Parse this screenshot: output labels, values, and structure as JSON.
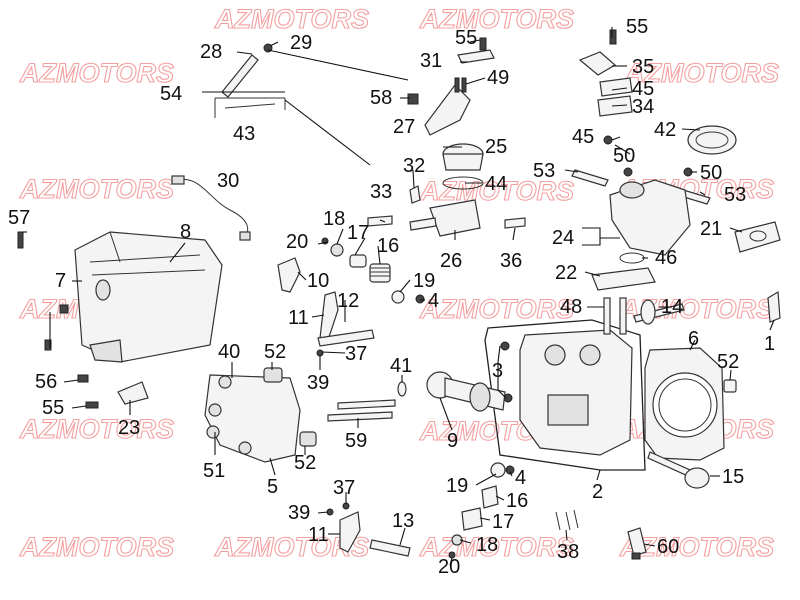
{
  "watermark": {
    "text": "AZMOTORS",
    "color": "#f4a0a0"
  },
  "callouts": [
    {
      "text": "55",
      "icon": "bolt"
    },
    {
      "text": "55",
      "icon": "bolt"
    },
    {
      "text": "28"
    },
    {
      "text": "29"
    },
    {
      "text": "31"
    },
    {
      "text": "35"
    },
    {
      "text": "49"
    },
    {
      "text": "45"
    },
    {
      "text": "54"
    },
    {
      "text": "58"
    },
    {
      "text": "34"
    },
    {
      "text": "43"
    },
    {
      "text": "27"
    },
    {
      "text": "42"
    },
    {
      "text": "45"
    },
    {
      "text": "25"
    },
    {
      "text": "50"
    },
    {
      "text": "30"
    },
    {
      "text": "32"
    },
    {
      "text": "53"
    },
    {
      "text": "44"
    },
    {
      "text": "50"
    },
    {
      "text": "33"
    },
    {
      "text": "53"
    },
    {
      "text": "57"
    },
    {
      "text": "8"
    },
    {
      "text": "18"
    },
    {
      "text": "21"
    },
    {
      "text": "17"
    },
    {
      "text": "20"
    },
    {
      "text": "24"
    },
    {
      "text": "16"
    },
    {
      "text": "26"
    },
    {
      "text": "36"
    },
    {
      "text": "46"
    },
    {
      "text": "7"
    },
    {
      "text": "10"
    },
    {
      "text": "19"
    },
    {
      "text": "22"
    },
    {
      "text": "4"
    },
    {
      "text": "12"
    },
    {
      "text": "48"
    },
    {
      "text": "14"
    },
    {
      "text": "11"
    },
    {
      "text": "6"
    },
    {
      "text": "1"
    },
    {
      "text": "40"
    },
    {
      "text": "52"
    },
    {
      "text": "37"
    },
    {
      "text": "3"
    },
    {
      "text": "52"
    },
    {
      "text": "41"
    },
    {
      "text": "56"
    },
    {
      "text": "39"
    },
    {
      "text": "55"
    },
    {
      "text": "59"
    },
    {
      "text": "9"
    },
    {
      "text": "23"
    },
    {
      "text": "51"
    },
    {
      "text": "52"
    },
    {
      "text": "5"
    },
    {
      "text": "15"
    },
    {
      "text": "19"
    },
    {
      "text": "4"
    },
    {
      "text": "2"
    },
    {
      "text": "37"
    },
    {
      "text": "16"
    },
    {
      "text": "39"
    },
    {
      "text": "13"
    },
    {
      "text": "17"
    },
    {
      "text": "11"
    },
    {
      "text": "18"
    },
    {
      "text": "38"
    },
    {
      "text": "60"
    },
    {
      "text": "20"
    }
  ]
}
